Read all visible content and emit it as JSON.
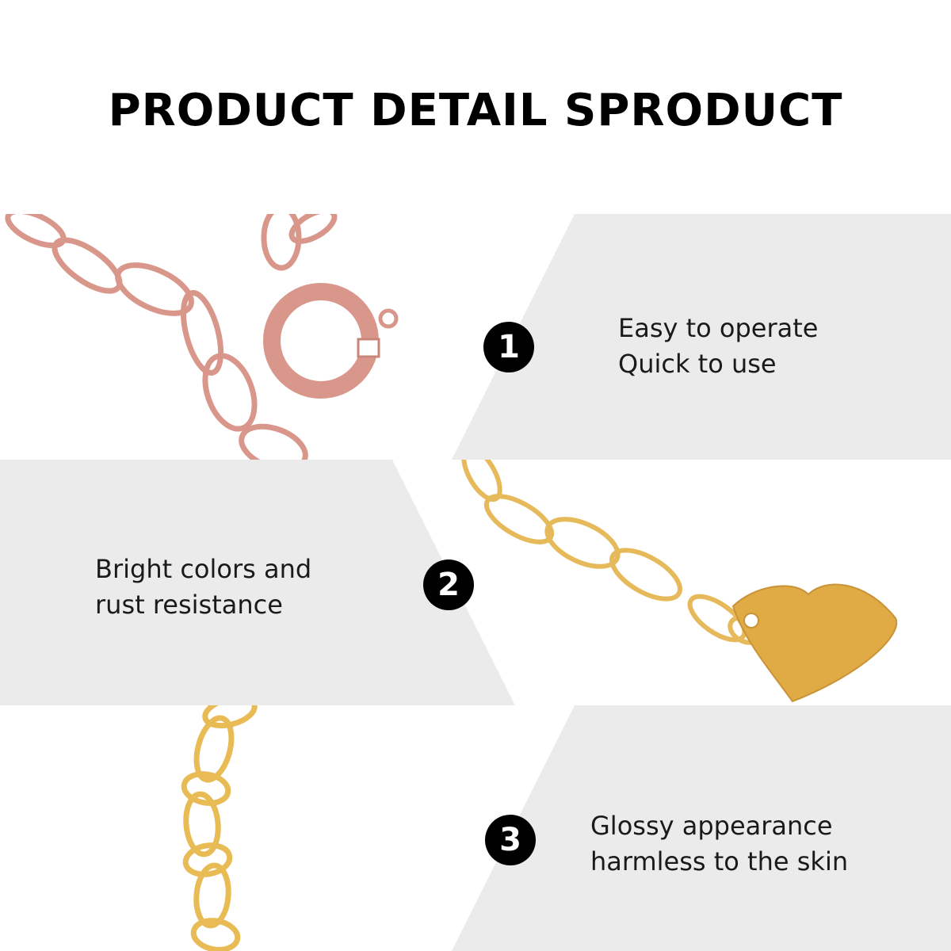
{
  "title": "PRODUCT DETAIL SPRODUCT",
  "features": [
    {
      "number": "1",
      "lines": [
        "Easy to operate",
        "Quick to use"
      ]
    },
    {
      "number": "2",
      "lines": [
        "Bright colors and",
        "rust resistance"
      ]
    },
    {
      "number": "3",
      "lines": [
        "Glossy appearance",
        "harmless to the skin"
      ]
    }
  ],
  "photos": [
    {
      "subject": "rose gold chain with spring ring clasp",
      "icon": "clasp-chain-photo",
      "color": "#d9968a"
    },
    {
      "subject": "gold extender chain with heart charm",
      "icon": "heart-charm-photo",
      "color": "#e6b95a"
    },
    {
      "subject": "gold curb chain links",
      "icon": "chain-links-photo",
      "color": "#e8bb55"
    }
  ]
}
